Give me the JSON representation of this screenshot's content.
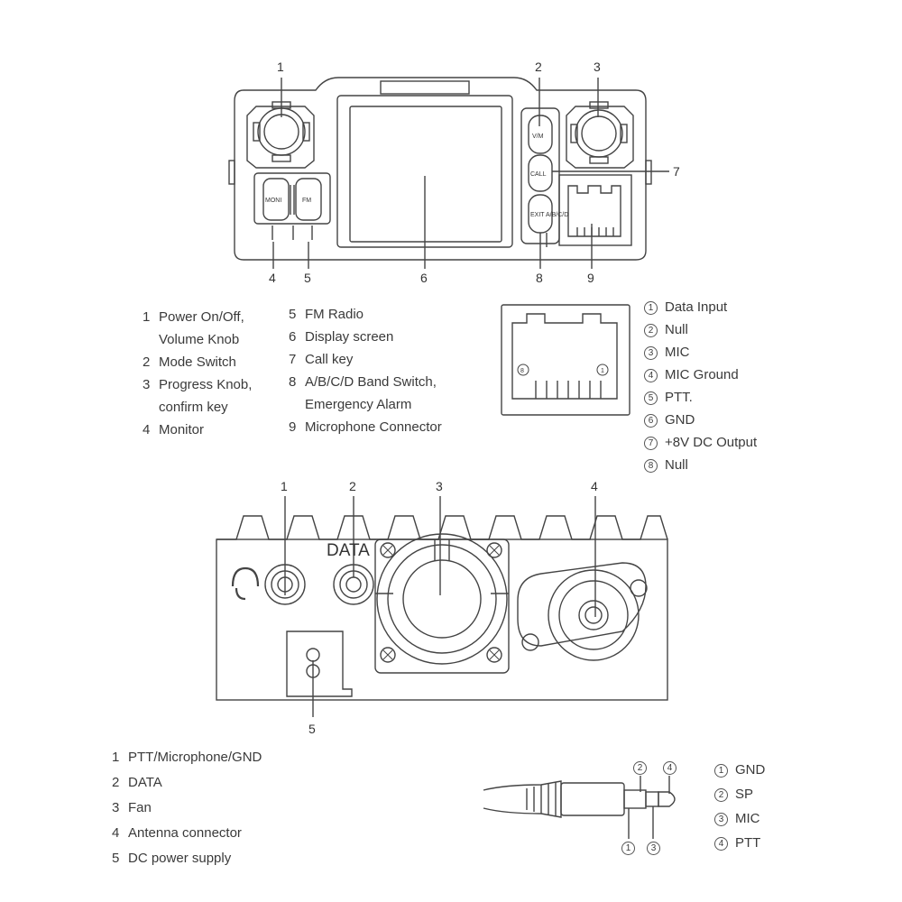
{
  "front_panel": {
    "callouts": [
      "1",
      "2",
      "3",
      "7",
      "4",
      "5",
      "6",
      "8",
      "9"
    ],
    "button_labels": {
      "mode": "V/M",
      "call": "CALL",
      "exit": "EXIT A/B/C/D",
      "monitor": "MONI",
      "fm": "FM"
    },
    "legend_left": [
      {
        "num": "1",
        "lines": [
          "Power On/Off,",
          "Volume Knob"
        ]
      },
      {
        "num": "2",
        "lines": [
          "Mode Switch"
        ]
      },
      {
        "num": "3",
        "lines": [
          "Progress Knob,",
          "confirm key"
        ]
      },
      {
        "num": "4",
        "lines": [
          "Monitor"
        ]
      }
    ],
    "legend_mid": [
      {
        "num": "5",
        "lines": [
          "FM Radio"
        ]
      },
      {
        "num": "6",
        "lines": [
          "Display screen"
        ]
      },
      {
        "num": "7",
        "lines": [
          "Call key"
        ]
      },
      {
        "num": "8",
        "lines": [
          "A/B/C/D Band Switch,",
          "Emergency Alarm"
        ]
      },
      {
        "num": "9",
        "lines": [
          "Microphone Connector"
        ]
      }
    ]
  },
  "rj45": {
    "pin_marks": [
      "8",
      "1"
    ],
    "pins": [
      {
        "num": "1",
        "label": "Data Input"
      },
      {
        "num": "2",
        "label": "Null"
      },
      {
        "num": "3",
        "label": "MIC"
      },
      {
        "num": "4",
        "label": "MIC Ground"
      },
      {
        "num": "5",
        "label": "PTT."
      },
      {
        "num": "6",
        "label": "GND"
      },
      {
        "num": "7",
        "label": "+8V DC Output"
      },
      {
        "num": "8",
        "label": "Null"
      }
    ]
  },
  "rear_panel": {
    "callouts": [
      "1",
      "2",
      "3",
      "4",
      "5"
    ],
    "data_label": "DATA",
    "legend": [
      {
        "num": "1",
        "label": "PTT/Microphone/GND"
      },
      {
        "num": "2",
        "label": "DATA"
      },
      {
        "num": "3",
        "label": "Fan"
      },
      {
        "num": "4",
        "label": "Antenna connector"
      },
      {
        "num": "5",
        "label": "DC power supply"
      }
    ]
  },
  "plug": {
    "marks_top": [
      "2",
      "4"
    ],
    "marks_bottom": [
      "1",
      "3"
    ],
    "pins": [
      {
        "num": "1",
        "label": "GND"
      },
      {
        "num": "2",
        "label": "SP"
      },
      {
        "num": "3",
        "label": "MIC"
      },
      {
        "num": "4",
        "label": "PTT"
      }
    ]
  }
}
